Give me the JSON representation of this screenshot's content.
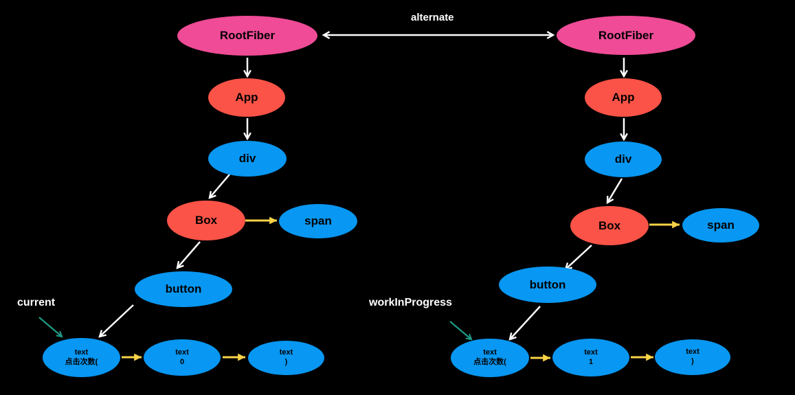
{
  "edge_labels": {
    "alternate": "alternate"
  },
  "pointers": {
    "left": "current",
    "right": "workInProgress"
  },
  "left_tree": {
    "rootfiber": "RootFiber",
    "app": "App",
    "div": "div",
    "box": "Box",
    "span": "span",
    "button": "button",
    "text1_type": "text",
    "text1_value": "点击次数(",
    "text2_type": "text",
    "text2_value": "0",
    "text3_type": "text",
    "text3_value": ")"
  },
  "right_tree": {
    "rootfiber": "RootFiber",
    "app": "App",
    "div": "div",
    "box": "Box",
    "span": "span",
    "button": "button",
    "text1_type": "text",
    "text1_value": "点击次数(",
    "text2_type": "text",
    "text2_value": "1",
    "text3_type": "text",
    "text3_value": ")"
  },
  "colors": {
    "canvas_bg": "#000000",
    "root_node": "#EF4B96",
    "component_node": "#FB5347",
    "host_node": "#0897F2",
    "child_arrow": "#FFFFFF",
    "sibling_arrow": "#F9D348",
    "pointer_arrow": "#1E9B88",
    "node_text": "#000000",
    "label_text": "#FFFFFF"
  }
}
